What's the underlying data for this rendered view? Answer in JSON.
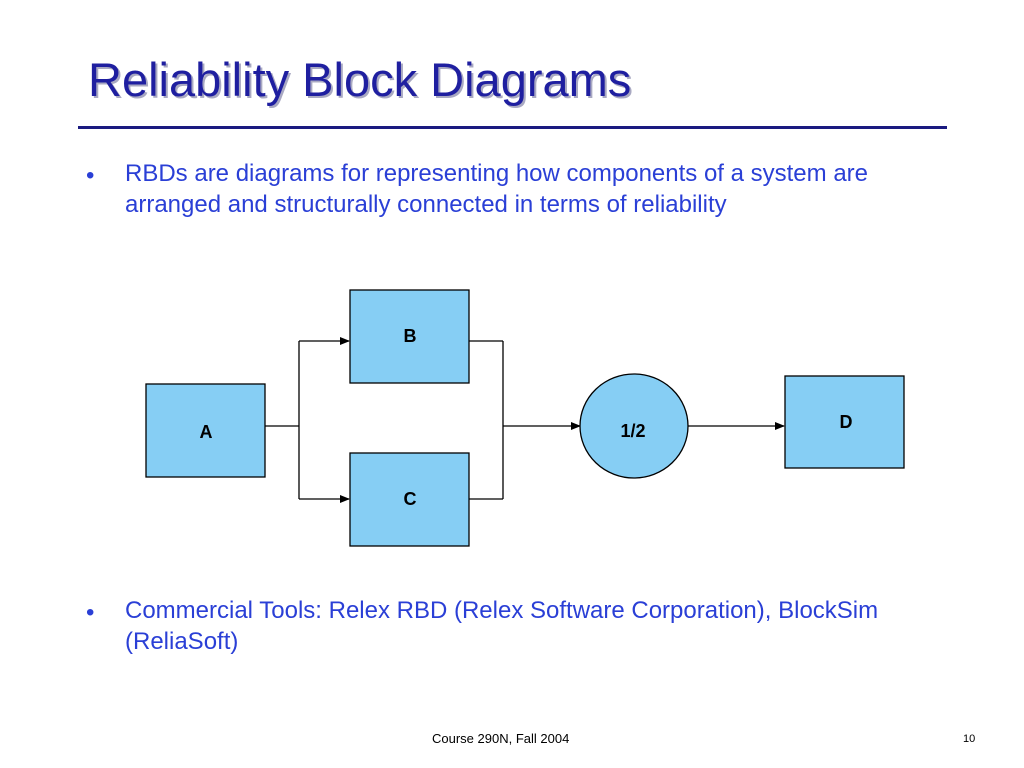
{
  "slide": {
    "title": "Reliability Block Diagrams",
    "bullets": [
      "RBDs are diagrams for representing how components of a system are arranged and structurally connected in terms of reliability",
      "Commercial Tools: Relex RBD (Relex Software Corporation), BlockSim (ReliaSoft)"
    ],
    "bullet_marker": "•",
    "footer_center": "Course 290N, Fall 2004",
    "page_number": "10"
  },
  "diagram": {
    "block_fill": "#86cef4",
    "line_color": "#000000",
    "blocks": {
      "a": "A",
      "b": "B",
      "c": "C",
      "d": "D",
      "voter": "1/2"
    }
  }
}
